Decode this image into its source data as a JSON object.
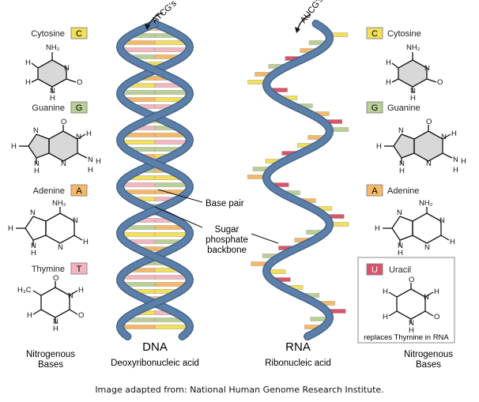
{
  "colors": {
    "backbone": "#5b7fa8",
    "backbone_edge": "#3e5f86",
    "cytosine": "#f2df5a",
    "guanine": "#b9cf98",
    "adenine": "#f4b868",
    "thymine": "#f2b6c2",
    "uracil": "#d9546a"
  },
  "dna": {
    "pointer_label": "ATCG's",
    "title": "DNA",
    "subtitle": "Deoxyribonucleic acid"
  },
  "rna": {
    "pointer_label": "AUCG's",
    "title": "RNA",
    "subtitle": "Ribonucleic acid"
  },
  "annotations": {
    "base_pair": "Base pair",
    "sugar_line1": "Sugar",
    "sugar_line2": "phosphate",
    "sugar_line3": "backbone"
  },
  "left_bases": [
    {
      "name": "Cytosine",
      "letter": "C",
      "color_key": "cytosine"
    },
    {
      "name": "Guanine",
      "letter": "G",
      "color_key": "guanine"
    },
    {
      "name": "Adenine",
      "letter": "A",
      "color_key": "adenine"
    },
    {
      "name": "Thymine",
      "letter": "T",
      "color_key": "thymine"
    }
  ],
  "right_bases": [
    {
      "name": "Cytosine",
      "letter": "C",
      "color_key": "cytosine"
    },
    {
      "name": "Guanine",
      "letter": "G",
      "color_key": "guanine"
    },
    {
      "name": "Adenine",
      "letter": "A",
      "color_key": "adenine"
    },
    {
      "name": "Uracil",
      "letter": "U",
      "color_key": "uracil"
    }
  ],
  "uracil_note": "replaces Thymine in RNA",
  "nitrogenous_line1": "Nitrogenous",
  "nitrogenous_line2": "Bases",
  "chem": {
    "nh2": "NH₂",
    "h3c": "H₃C",
    "h": "H",
    "n": "N",
    "o": "O",
    "cyt_o": "O",
    "gua_o": "O",
    "thy_o": "O",
    "ura_o": "O"
  },
  "credit": "Image adapted from: National Human Genome Research Institute."
}
